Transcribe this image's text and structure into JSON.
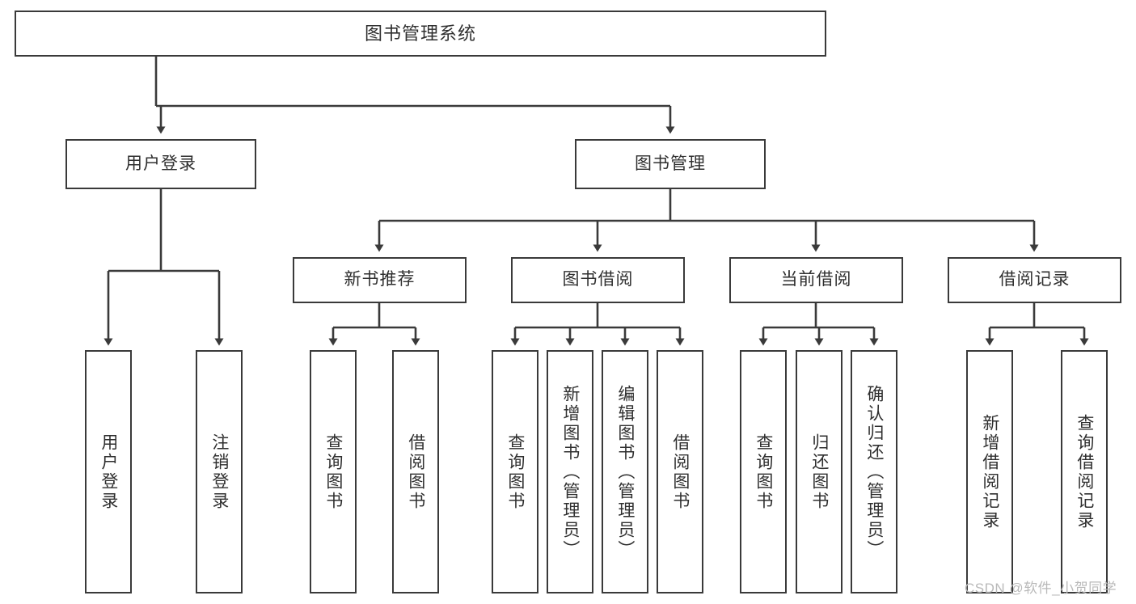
{
  "diagram": {
    "type": "tree-hierarchy-chart",
    "title": "图书管理系统",
    "watermark": "CSDN @软件_小贺同学",
    "nodes": {
      "root": {
        "label": "图书管理系统"
      },
      "level2": [
        {
          "label": "用户登录"
        },
        {
          "label": "图书管理"
        }
      ],
      "level3": [
        {
          "label": "新书推荐"
        },
        {
          "label": "图书借阅"
        },
        {
          "label": "当前借阅"
        },
        {
          "label": "借阅记录"
        }
      ],
      "leaves_user_login": [
        {
          "label": "用户登录"
        },
        {
          "label": "注销登录"
        }
      ],
      "leaves_new_book": [
        {
          "label": "查询图书"
        },
        {
          "label": "借阅图书"
        }
      ],
      "leaves_borrow": [
        {
          "label": "查询图书"
        },
        {
          "label": "新增图书（管理员）"
        },
        {
          "label": "编辑图书（管理员）"
        },
        {
          "label": "借阅图书"
        }
      ],
      "leaves_current": [
        {
          "label": "查询图书"
        },
        {
          "label": "归还图书"
        },
        {
          "label": "确认归还（管理员）"
        }
      ],
      "leaves_records": [
        {
          "label": "新增借阅记录"
        },
        {
          "label": "查询借阅记录"
        }
      ]
    },
    "colors": {
      "box_border": "#3a3a3a",
      "box_fill": "#ffffff",
      "text": "#2f2f2f",
      "connector": "#3a3a3a",
      "watermark": "#b9b9b9"
    }
  }
}
